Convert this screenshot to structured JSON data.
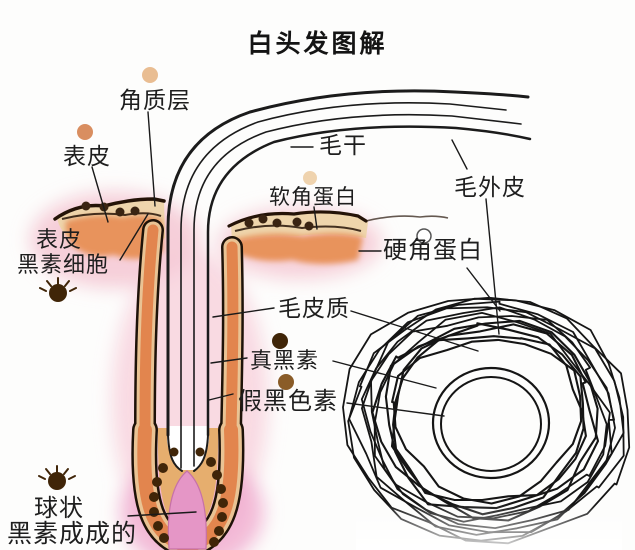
{
  "title": "白头发图解",
  "labels": {
    "stratum_corneum": "角质层",
    "epidermis": "表皮",
    "hair_shaft": "毛干",
    "soft_keratin": "软角蛋白",
    "hair_outer_cuticle": "毛外皮",
    "epidermal_melanocyte_line1": "表皮",
    "epidermal_melanocyte_line2": "黑素细胞",
    "hard_keratin": "硬角蛋白",
    "hair_cortex": "毛皮质",
    "eumelanin": "真黑素",
    "pheomelanin": "假黑色素",
    "globular_melanin_line1": "球状",
    "globular_melanin_line2": "黑素成成的"
  },
  "colors": {
    "skin_orange": "#E8935C",
    "keratin_tan_band": "#EED5AC",
    "pink_glow": "#F4C3CF",
    "papilla_pink": "#E596C6",
    "melanin_dark": "#402508",
    "melanin_medium": "#8A5C28",
    "keratin_dot_tan": "#E9BD92",
    "epidermis_dot_orange": "#D98E60",
    "soft_keratin_dot": "#EFD3AE",
    "unpigmented_white": "#FFFFFF",
    "outline_black": "#1B1B1B"
  }
}
